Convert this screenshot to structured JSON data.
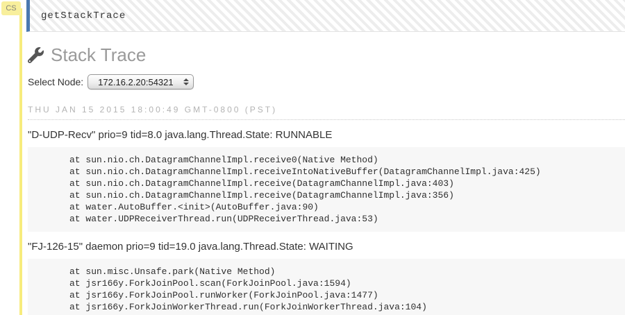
{
  "cell": {
    "badge": "CS",
    "input": "getStackTrace"
  },
  "stack_trace": {
    "title": "Stack Trace",
    "select_node_label": "Select Node:",
    "selected_node": "172.16.2.20:54321",
    "timestamp": "THU JAN 15 2015 18:00:49 GMT-0800 (PST)",
    "threads": [
      {
        "header": "\"D-UDP-Recv\" prio=9 tid=8.0 java.lang.Thread.State: RUNNABLE",
        "frames": [
          "at sun.nio.ch.DatagramChannelImpl.receive0(Native Method)",
          "at sun.nio.ch.DatagramChannelImpl.receiveIntoNativeBuffer(DatagramChannelImpl.java:425)",
          "at sun.nio.ch.DatagramChannelImpl.receive(DatagramChannelImpl.java:403)",
          "at sun.nio.ch.DatagramChannelImpl.receive(DatagramChannelImpl.java:356)",
          "at water.AutoBuffer.<init>(AutoBuffer.java:90)",
          "at water.UDPReceiverThread.run(UDPReceiverThread.java:53)"
        ]
      },
      {
        "header": "\"FJ-126-15\" daemon prio=9 tid=19.0 java.lang.Thread.State: WAITING",
        "frames": [
          "at sun.misc.Unsafe.park(Native Method)",
          "at jsr166y.ForkJoinPool.scan(ForkJoinPool.java:1594)",
          "at jsr166y.ForkJoinPool.runWorker(ForkJoinPool.java:1477)",
          "at jsr166y.ForkJoinWorkerThread.run(ForkJoinWorkerThread.java:104)"
        ]
      }
    ]
  },
  "colors": {
    "rail_yellow": "#f7ec7d",
    "badge_yellow": "#f8ef9c",
    "cell_accent_blue": "#4a78b0",
    "title_gray": "#9a9a9a",
    "timestamp_gray": "#b3b3b3",
    "code_block_bg": "#f7f7f7"
  },
  "icons": {
    "wrench": "wrench-icon",
    "select_arrows": "select-arrows-icon"
  }
}
